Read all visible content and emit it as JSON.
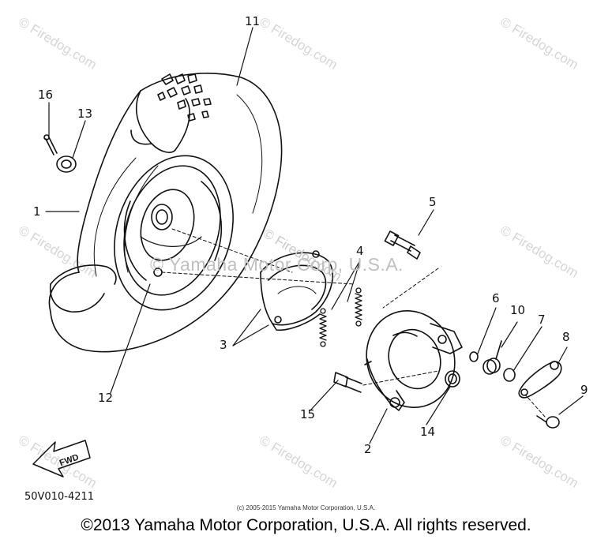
{
  "callouts": [
    "1",
    "2",
    "3",
    "4",
    "5",
    "6",
    "7",
    "8",
    "9",
    "10",
    "11",
    "12",
    "13",
    "14",
    "15",
    "16"
  ],
  "watermark_text": "© Firedog.com",
  "overlay_watermark": "© Yamaha Motor Corp, U.S.A.",
  "fwd_label": "FWD",
  "part_code": "50V010-4211",
  "small_copyright": "(c) 2005-2015 Yamaha Motor Corporation, U.S.A.",
  "copyright": "©2013 Yamaha Motor Corporation, U.S.A. All rights reserved."
}
